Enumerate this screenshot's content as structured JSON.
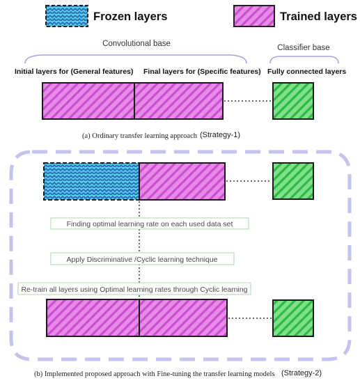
{
  "legend": {
    "frozen_label": "Frozen layers",
    "trained_label": "Trained layers"
  },
  "strategy1": {
    "conv_base_label": "Convolutional base",
    "classifier_base_label": "Classifier base",
    "initial_layers_label": "Initial layers for (General features)",
    "final_layers_label": "Final layers for (Specific features)",
    "fc_label": "Fully connected layers",
    "caption": "(a) Ordinary transfer learning approach",
    "caption_tag": "(Strategy-1)"
  },
  "strategy2": {
    "steps": [
      "Finding optimal learning rate on each used data set",
      "Apply Discriminative /Cyclic learning technique",
      "Re-train all layers using Optimal learning rates through Cyclic learning"
    ],
    "caption": "(b) Implemented proposed approach with Fine-tuning the transfer learning models",
    "caption_tag": "(Strategy-2)"
  },
  "colors": {
    "trained": "#e88ae8",
    "trained_stripe": "#c94ed0",
    "fully_connected": "#7fe08a",
    "fully_connected_stripe": "#2fb845",
    "frozen": "#5ad0ec",
    "frozen_zigzag": "#2a6fb8",
    "dashed_frame": "#c3c3ee",
    "step_box_border": "#a8d8a8"
  }
}
